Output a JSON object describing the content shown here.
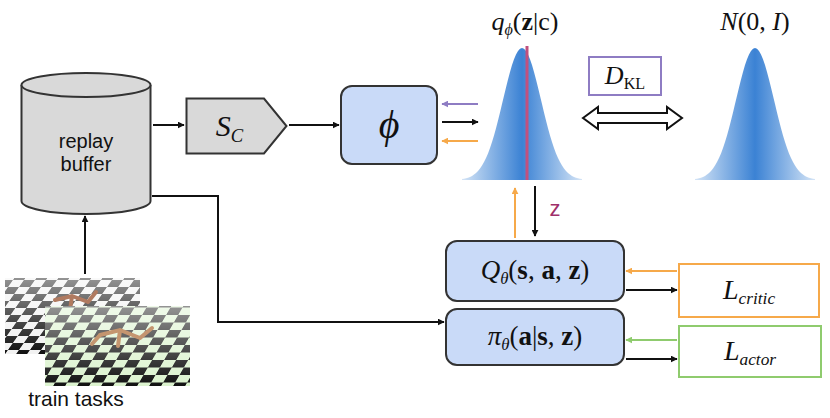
{
  "diagram": {
    "nodes": [
      {
        "text": [
          "replay buffer"
        ]
      },
      {
        "text": [
          "SC"
        ]
      },
      {
        "text": [
          "ϕ"
        ]
      },
      {
        "text": [
          "DKL"
        ]
      },
      {
        "text": [
          "Qθ(s, a, z)"
        ]
      },
      {
        "text": [
          "Lcritic"
        ]
      },
      {
        "text": [
          "πθ(a|s, z)"
        ]
      },
      {
        "text": [
          "Lactor"
        ]
      }
    ],
    "edges": [
      {
        "from": 0,
        "to": 1,
        "arrow": "to"
      },
      {
        "from": 1,
        "to": 2,
        "arrow": "to"
      },
      {
        "from": 0,
        "to": 6,
        "arrow": "to"
      },
      {
        "from": 4,
        "to": 5,
        "arrow": "to"
      },
      {
        "from": 5,
        "to": 4,
        "arrow": "to"
      },
      {
        "from": 6,
        "to": 7,
        "arrow": "to"
      },
      {
        "from": 7,
        "to": 6,
        "arrow": "to"
      }
    ],
    "labels": [
      "qϕ(z|c)",
      "N(0, I)",
      "z",
      "train tasks"
    ]
  }
}
